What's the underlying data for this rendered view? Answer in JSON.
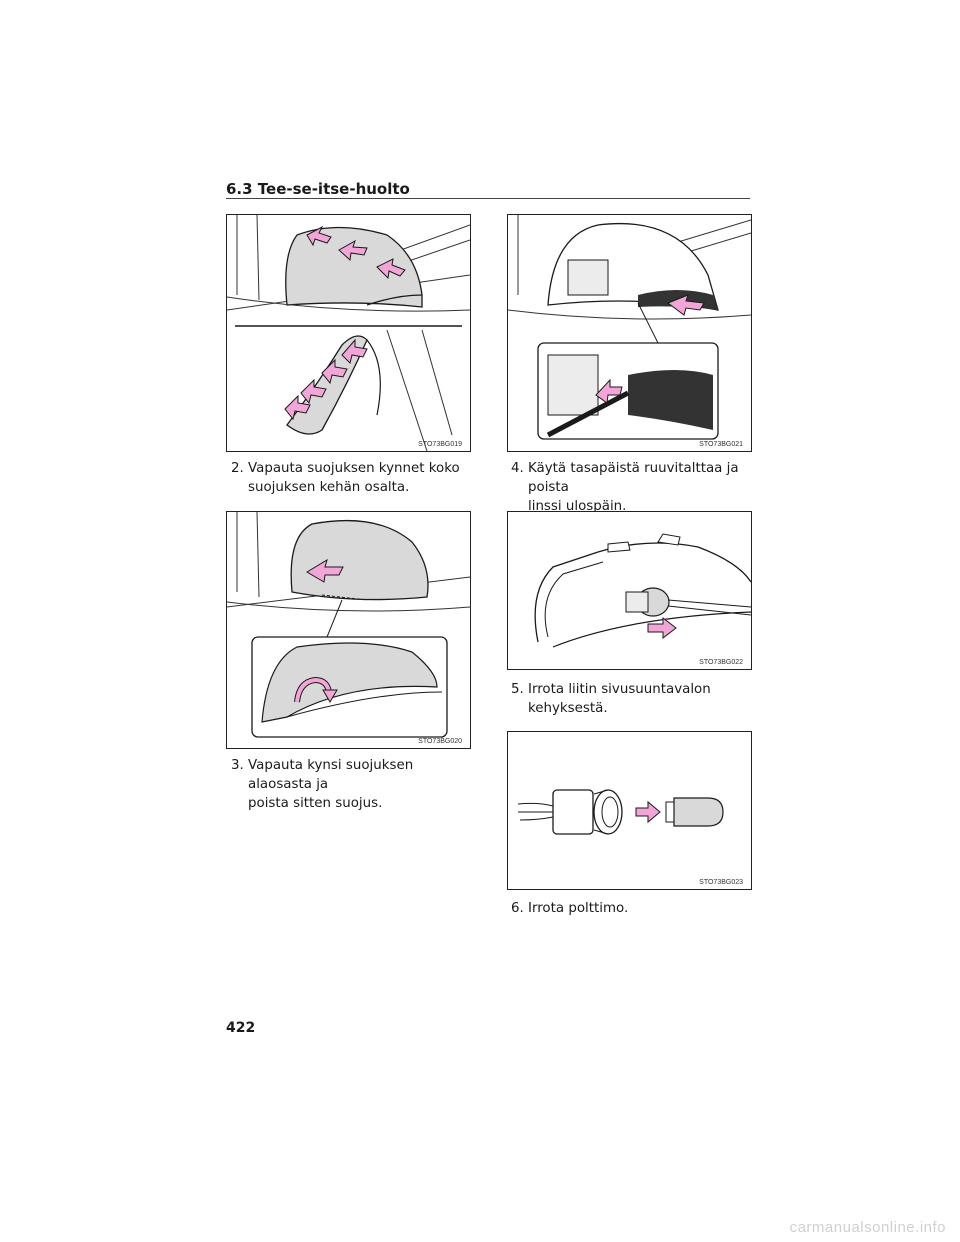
{
  "header": {
    "section_title": "6.3 Tee-se-itse-huolto"
  },
  "figures": [
    {
      "code": "STO73BG019"
    },
    {
      "code": "STO73BG021"
    },
    {
      "code": "STO73BG020"
    },
    {
      "code": "STO73BG022"
    },
    {
      "code": "STO73BG023"
    }
  ],
  "steps": [
    {
      "number": "2.",
      "line1": "Vapauta suojuksen kynnet koko",
      "line2": "suojuksen kehän osalta."
    },
    {
      "number": "4.",
      "line1": "Käytä tasapäistä ruuvitalttaa ja poista",
      "line2": "linssi ulospäin."
    },
    {
      "number": "3.",
      "line1": "Vapauta kynsi suojuksen alaosasta ja",
      "line2": "poista sitten suojus."
    },
    {
      "number": "5.",
      "line1": "Irrota liitin sivusuuntavalon",
      "line2": "kehyksestä."
    },
    {
      "number": "6.",
      "line1": "Irrota polttimo.",
      "line2": ""
    }
  ],
  "footer": {
    "page_number": "422",
    "watermark": "carmanualsonline.info"
  },
  "colors": {
    "arrow_pink": "#f2a6d8",
    "part_gray": "#d9d9d9",
    "line": "#1a1a1a"
  }
}
